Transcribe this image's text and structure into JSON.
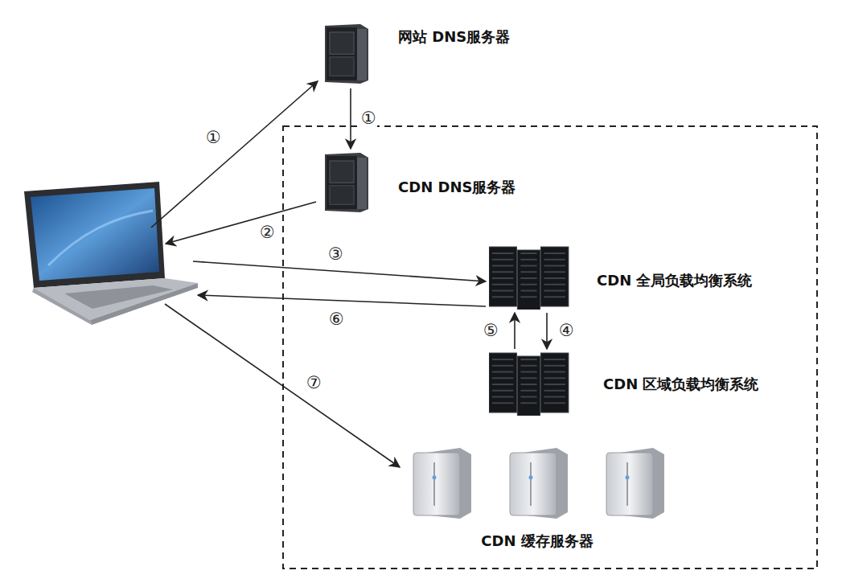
{
  "diagram": {
    "nodes": [
      {
        "text": [
          "网站 DNS服务器"
        ]
      },
      {
        "text": [
          "CDN DNS服务器"
        ]
      },
      {
        "text": [
          "CDN 全局负载均衡系统"
        ]
      },
      {
        "text": [
          "CDN 区域负载均衡系统"
        ]
      },
      {
        "text": [
          "CDN 缓存服务器"
        ]
      }
    ],
    "edges": [
      {
        "from": 0,
        "to": 1,
        "arrow": "to",
        "label": "①"
      },
      {
        "from": 2,
        "to": 3,
        "arrow": "to",
        "label": "④"
      },
      {
        "from": 3,
        "to": 2,
        "arrow": "to",
        "label": "⑤"
      }
    ],
    "labels": [
      "①",
      "②",
      "③",
      "⑥",
      "⑦"
    ]
  }
}
